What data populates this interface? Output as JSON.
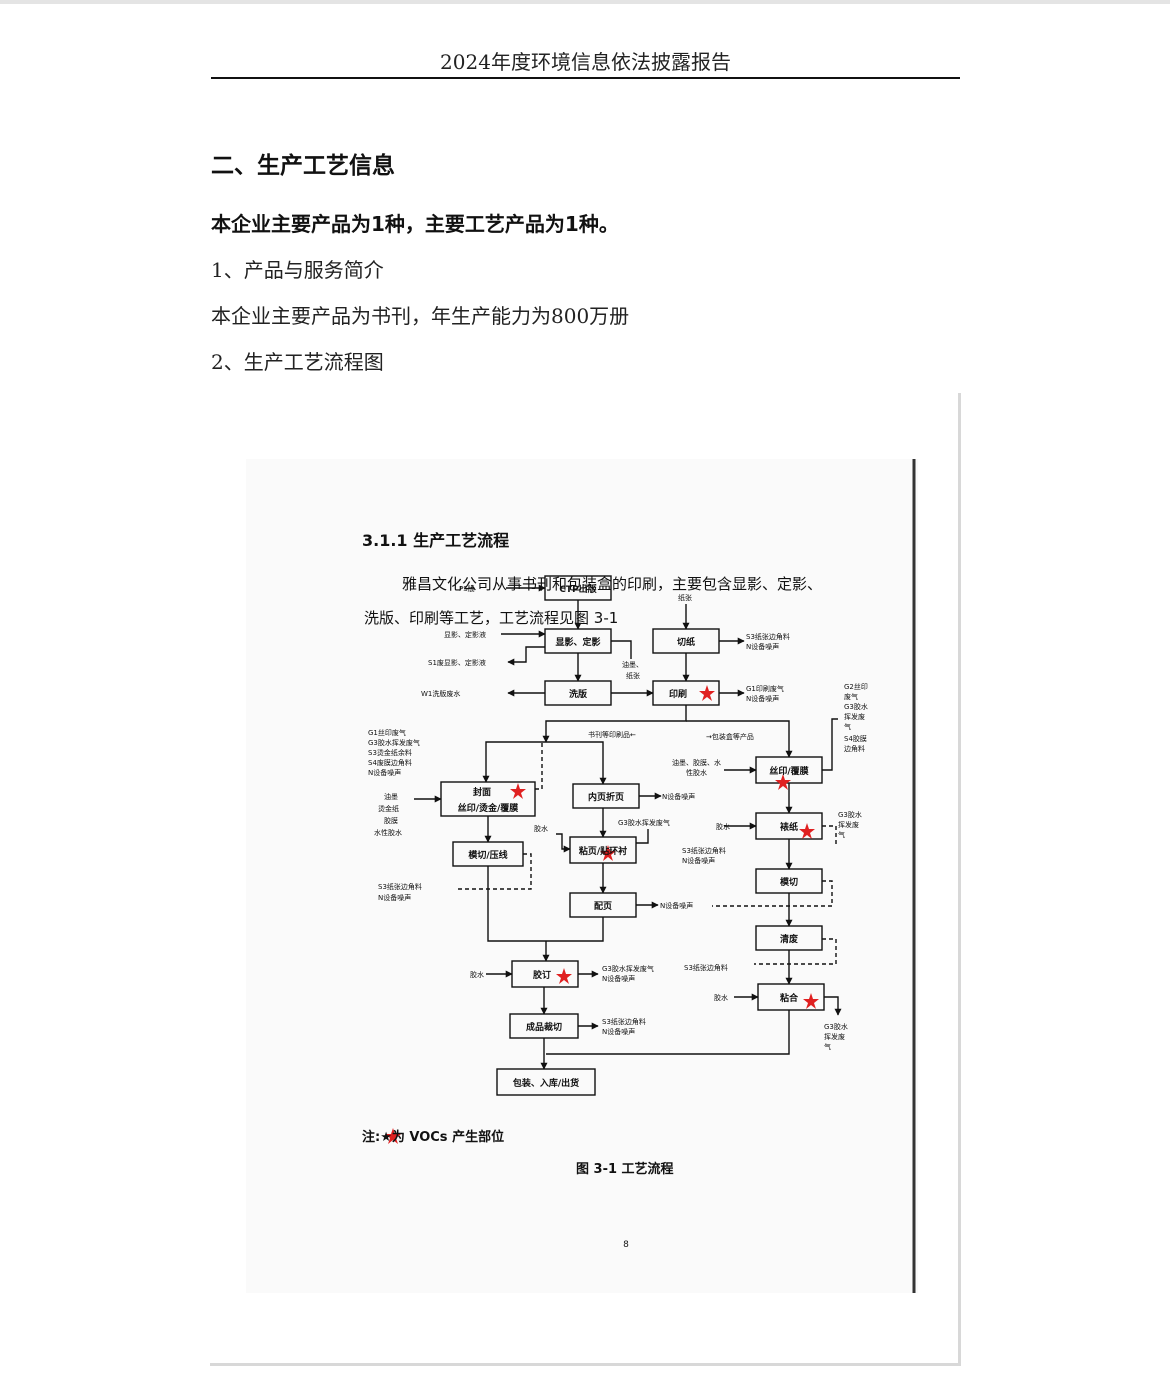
{
  "header": {
    "title": "2024年度环境信息依法披露报告"
  },
  "section": {
    "heading": "二、生产工艺信息",
    "summary": "本企业主要产品为1种，主要工艺产品为1种。",
    "item1_title": "1、产品与服务简介",
    "item1_text": "本企业主要产品为书刊，年生产能力为800万册",
    "item2_title": "2、生产工艺流程图"
  },
  "scan": {
    "heading": "3.1.1 生产工艺流程",
    "para1": "雅昌文化公司从事书刊和包装盒的印刷，主要包含显影、定影、",
    "para2": "洗版、印刷等工艺，工艺流程见图 3-1",
    "boxes": {
      "ctp": "CTP出版",
      "develop": "显影、定影",
      "wash": "洗版",
      "cut_paper": "切纸",
      "print": "印刷",
      "cover": "封面",
      "cover_sub": "丝印/烫金/覆膜",
      "inner": "内页折页",
      "die_crease": "模切/压线",
      "paste": "粘页/贴环衬",
      "collate": "配页",
      "silk": "丝印/覆膜",
      "mount": "裱纸",
      "die": "模切",
      "strip": "清废",
      "bind": "胶订",
      "glue": "粘合",
      "trim": "成品裁切",
      "pack": "包装、入库/出货"
    },
    "labels": {
      "ps": "PS版",
      "paper": "纸张",
      "dev_liquid": "显影、定影液",
      "s1": "S1废显影、定影液",
      "ink": "油墨、",
      "ink2": "纸张",
      "w1": "W1洗版废水",
      "s3_cut1": "S3纸张边角料",
      "n_cut": "N设备噪声",
      "g1": "G1印刷废气",
      "n_print": "N设备噪声",
      "branch_book": "书刊等印刷品←",
      "branch_box": "→包装盒等产品",
      "cover_emis1": "G1丝印废气",
      "cover_emis2": "G3胶水挥发废气",
      "cover_emis3": "S3烫金纸余料",
      "cover_emis4": "S4废膜边角料",
      "cover_emis5": "N设备噪声",
      "cover_in1": "油墨",
      "cover_in2": "烫金纸",
      "cover_in3": "胶膜",
      "cover_in4": "水性胶水",
      "silk_in1": "油墨、胶膜、水",
      "silk_in2": "性胶水",
      "silk_out1": "G2丝印",
      "silk_out2": "废气",
      "silk_out3": "G3胶水",
      "silk_out4": "挥发废",
      "silk_out5": "气",
      "silk_out6": "S4胶膜",
      "silk_out7": "边角料",
      "n_inner": "N设备噪声",
      "glue_in1": "胶水",
      "g3_paste": "G3胶水挥发废气",
      "s3_paste": "S3纸张边角料",
      "n_paste": "N设备噪声",
      "mount_in": "胶水",
      "mount_out1": "G3胶水",
      "mount_out2": "挥发废",
      "mount_out3": "气",
      "s3_die": "S3纸张边角料",
      "n_die": "N设备噪声",
      "n_collate": "N设备噪声",
      "bind_in": "胶水",
      "g3_bind": "G3胶水挥发废气",
      "n_bind": "N设备噪声",
      "s3_strip": "S3纸张边角料",
      "glue_in": "胶水",
      "glue_out1": "G3胶水",
      "glue_out2": "挥发废",
      "glue_out3": "气",
      "s3_trim": "S3纸张边角料",
      "n_trim": "N设备噪声"
    },
    "note": "注:★为 VOCs 产生部位",
    "caption": "图 3-1  工艺流程",
    "page_number": "8"
  },
  "colors": {
    "star": "#e02020",
    "ink": "#111111"
  }
}
